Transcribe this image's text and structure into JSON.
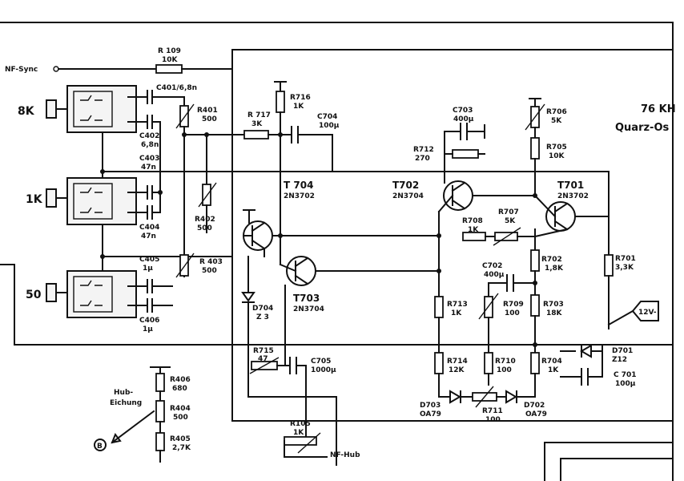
{
  "header": {
    "line1": "76 KH",
    "line2": "Quarz-Os"
  },
  "signals": {
    "nf_sync": "NF-Sync",
    "nf_hub": "NF-Hub",
    "supply": "12V-",
    "hub_eichung": "Hub-\nEichung",
    "out_b": "B"
  },
  "switches": {
    "s8k": "8K",
    "s1k": "1K",
    "s50": "50"
  },
  "resistors": {
    "R109": [
      "R 109",
      "10K"
    ],
    "R401": [
      "R401",
      "500"
    ],
    "R402": [
      "R402",
      "500"
    ],
    "R403": [
      "R 403",
      "500"
    ],
    "R716": [
      "R716",
      "1K"
    ],
    "R717": [
      "R 717",
      "3K"
    ],
    "R712": [
      "R712",
      "270"
    ],
    "R706": [
      "R706",
      "5K"
    ],
    "R705": [
      "R705",
      "10K"
    ],
    "R708": [
      "R708",
      "1K"
    ],
    "R707": [
      "R707",
      "5K"
    ],
    "R702": [
      "R702",
      "1,8K"
    ],
    "R701": [
      "R701",
      "3,3K"
    ],
    "R713": [
      "R713",
      "1K"
    ],
    "R709": [
      "R709",
      "100"
    ],
    "R703": [
      "R703",
      "18K"
    ],
    "R714": [
      "R714",
      "12K"
    ],
    "R710": [
      "R710",
      "100"
    ],
    "R704": [
      "R704",
      "1K"
    ],
    "R711": [
      "R711",
      "100"
    ],
    "R715": [
      "R715",
      "47"
    ],
    "R105": [
      "R105",
      "1K"
    ],
    "R406": [
      "R406",
      "680"
    ],
    "R404": [
      "R404",
      "500"
    ],
    "R405": [
      "R405",
      "2,7K"
    ]
  },
  "capacitors": {
    "C401": [
      "C401/6,8n"
    ],
    "C402": [
      "C402",
      "6,8n"
    ],
    "C403": [
      "C403",
      "47n"
    ],
    "C404": [
      "C404",
      "47n"
    ],
    "C405": [
      "C405",
      "1µ"
    ],
    "C406": [
      "C406",
      "1µ"
    ],
    "C704": [
      "C704",
      "100µ"
    ],
    "C703": [
      "C703",
      "400µ"
    ],
    "C702": [
      "C702",
      "400µ"
    ],
    "C705": [
      "C705",
      "1000µ"
    ],
    "C701": [
      "C 701",
      "100µ"
    ]
  },
  "transistors": {
    "T704": [
      "T 704",
      "2N3702"
    ],
    "T702": [
      "T702",
      "2N3704"
    ],
    "T701": [
      "T701",
      "2N3702"
    ],
    "T703": [
      "T703",
      "2N3704"
    ]
  },
  "diodes": {
    "D704": [
      "D704",
      "Z 3"
    ],
    "D703": [
      "D703",
      "OA79"
    ],
    "D702": [
      "D702",
      "OA79"
    ],
    "D701": [
      "D701",
      "Z12"
    ]
  },
  "colors": {
    "ink": "#111111",
    "paper": "#ffffff"
  }
}
